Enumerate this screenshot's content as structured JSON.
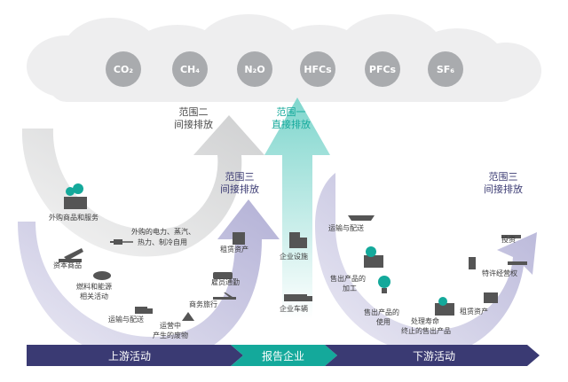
{
  "gases": [
    "CO₂",
    "CH₄",
    "N₂O",
    "HFCs",
    "PFCs",
    "SF₆"
  ],
  "scopes": {
    "scope2": {
      "title": "范围二",
      "sub": "间接排放"
    },
    "scope1": {
      "title": "范围一",
      "sub": "直接排放"
    },
    "scope3_up": {
      "title": "范围三",
      "sub": "间接排放"
    },
    "scope3_down": {
      "title": "范围三",
      "sub": "间接排放"
    }
  },
  "upstream": {
    "purchased_goods": "外购商品和服务",
    "purchased_energy_1": "外购的电力、蒸汽、",
    "purchased_energy_2": "热力、制冷自用",
    "capital_goods": "资本商品",
    "fuel_energy_1": "燃料和能源",
    "fuel_energy_2": "相关活动",
    "transport": "运输与配送",
    "waste_1": "运营中",
    "waste_2": "产生的废物",
    "business_travel": "商务旅行",
    "commuting": "雇员通勤",
    "leased_assets": "租赁资产"
  },
  "company": {
    "facilities": "企业设施",
    "vehicles": "企业车辆"
  },
  "downstream": {
    "transport": "运输与配送",
    "processing_1": "售出产品的",
    "processing_2": "加工",
    "use_1": "售出产品的",
    "use_2": "使用",
    "eol_1": "处理寿命",
    "eol_2": "终止的售出产品",
    "leased_assets": "租赁资产",
    "franchises": "特许经营权",
    "investments": "投资"
  },
  "bar": {
    "upstream": "上游活动",
    "company": "报告企业",
    "downstream": "下游活动"
  },
  "colors": {
    "gas": "#a9abae",
    "cloud": "#eeeeef",
    "scope2_arrow": "#dcdddd",
    "scope1_arrow": "#9fe0d9",
    "scope3_arrow": "#c4c2e0",
    "bar_dark": "#3a3a73",
    "bar_teal": "#14a99b"
  }
}
